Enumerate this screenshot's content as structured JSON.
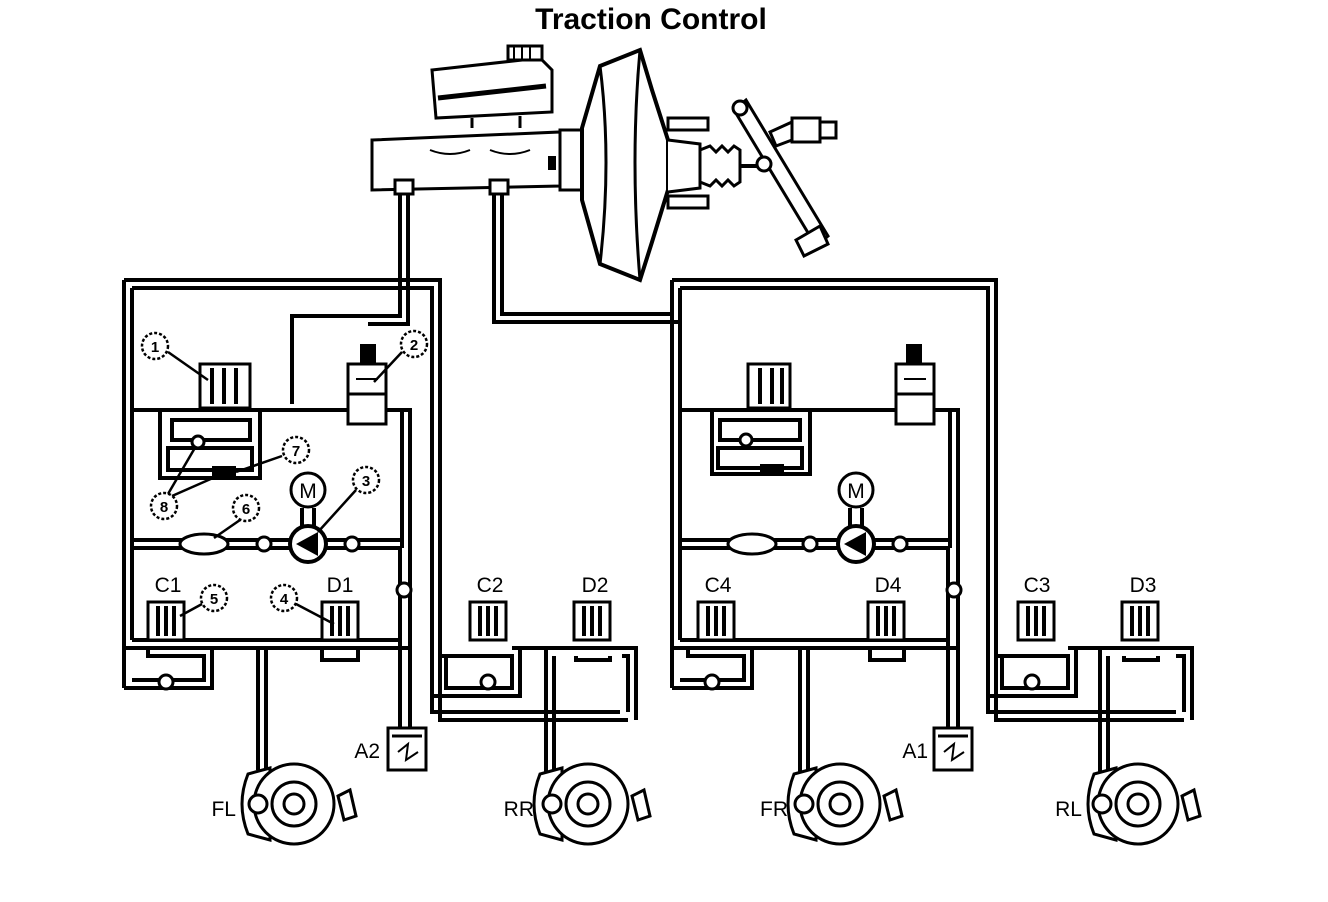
{
  "title": "Traction Control",
  "valve_labels": {
    "c1": "C1",
    "d1": "D1",
    "c2": "C2",
    "d2": "D2",
    "c4": "C4",
    "d4": "D4",
    "c3": "C3",
    "d3": "D3"
  },
  "accumulators": {
    "a2": "A2",
    "a1": "A1"
  },
  "wheels": {
    "fl": "FL",
    "rr": "RR",
    "fr": "FR",
    "rl": "RL"
  },
  "motor_label": "M",
  "callouts": {
    "c1": "1",
    "c2": "2",
    "c3": "3",
    "c4": "4",
    "c5": "5",
    "c6": "6",
    "c7": "7",
    "c8": "8"
  }
}
